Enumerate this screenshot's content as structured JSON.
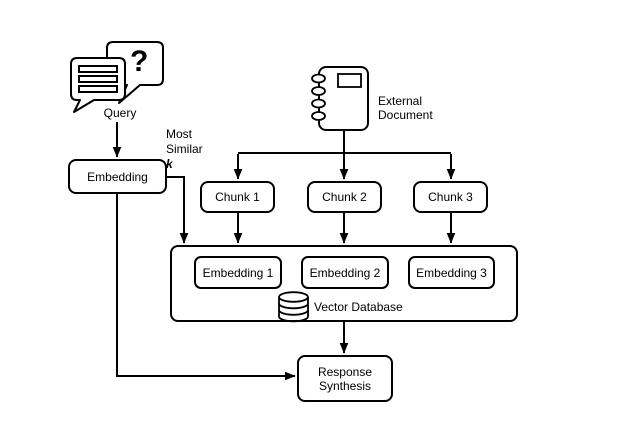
{
  "colors": {
    "stroke": "#000000",
    "background": "#ffffff",
    "shape_fill": "#ffffff"
  },
  "icons": {
    "query_icon": "chat-bubbles",
    "question_mark_glyph": "?",
    "external_document_icon": "spiral-notebook",
    "vector_database_icon": "database-cylinder"
  },
  "nodes": {
    "query": {
      "label": "Query"
    },
    "embedding": {
      "label": "Embedding"
    },
    "external_document": {
      "lines": [
        "External",
        "Document"
      ]
    },
    "chunks": [
      {
        "label": "Chunk 1"
      },
      {
        "label": "Chunk 2"
      },
      {
        "label": "Chunk 3"
      }
    ],
    "vector_database": {
      "label": "Vector Database",
      "embeddings": [
        {
          "label": "Embedding 1"
        },
        {
          "label": "Embedding 2"
        },
        {
          "label": "Embedding 3"
        }
      ]
    },
    "response_synthesis": {
      "lines": [
        "Response",
        "Synthesis"
      ]
    }
  },
  "annotations": {
    "most_similar": {
      "lines": [
        "Most",
        "Similar"
      ],
      "k_label": "k"
    }
  }
}
